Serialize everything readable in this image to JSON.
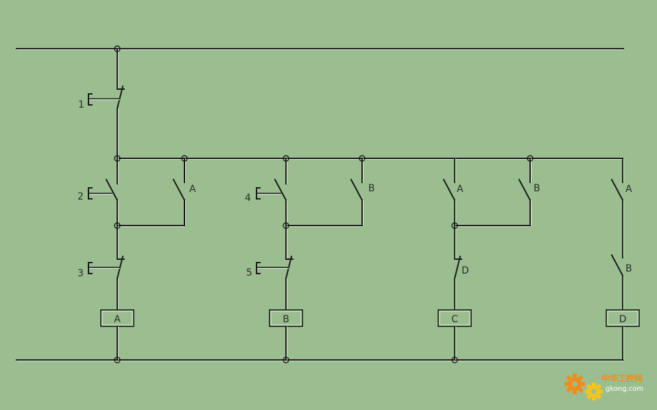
{
  "diagram": {
    "buttons": [
      {
        "id": "1",
        "label": "1"
      },
      {
        "id": "2",
        "label": "2"
      },
      {
        "id": "3",
        "label": "3"
      },
      {
        "id": "4",
        "label": "4"
      },
      {
        "id": "5",
        "label": "5"
      }
    ],
    "contacts": {
      "a_hold": "A",
      "b_hold": "B",
      "c_a": "A",
      "c_b": "B",
      "c_d": "D",
      "d_a": "A",
      "d_b": "B"
    },
    "coils": [
      {
        "id": "A",
        "label": "A"
      },
      {
        "id": "B",
        "label": "B"
      },
      {
        "id": "C",
        "label": "C"
      },
      {
        "id": "D",
        "label": "D"
      }
    ]
  },
  "watermark": {
    "brand_cn": "中华工控网",
    "site": "gkong.com",
    "colors": {
      "orange": "#f08c1e",
      "yellow": "#f2c51c"
    }
  }
}
